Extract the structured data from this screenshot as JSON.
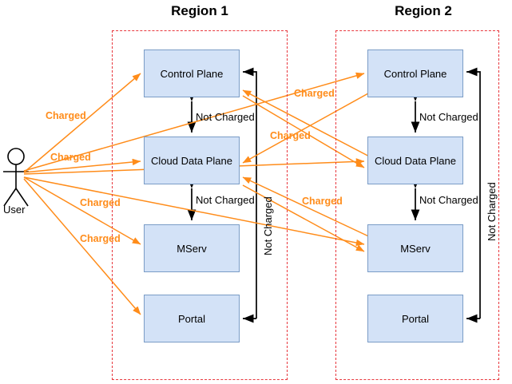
{
  "diagram": {
    "title_hidden": "",
    "actor": {
      "name": "user-actor",
      "label": "User"
    },
    "regions": [
      {
        "id": "region-1",
        "title": "Region 1",
        "nodes": [
          {
            "id": "r1-control-plane",
            "label": "Control Plane"
          },
          {
            "id": "r1-cloud-data-plane",
            "label": "Cloud Data Plane"
          },
          {
            "id": "r1-mserv",
            "label": "MServ"
          },
          {
            "id": "r1-portal",
            "label": "Portal"
          }
        ],
        "internal_labels": [
          {
            "id": "r1-cp-cdp",
            "text": "Not Charged"
          },
          {
            "id": "r1-cdp-mserv",
            "text": "Not Charged"
          },
          {
            "id": "r1-vertical-return",
            "text": "Not Charged"
          }
        ]
      },
      {
        "id": "region-2",
        "title": "Region 2",
        "nodes": [
          {
            "id": "r2-control-plane",
            "label": "Control Plane"
          },
          {
            "id": "r2-cloud-data-plane",
            "label": "Cloud Data Plane"
          },
          {
            "id": "r2-mserv",
            "label": "MServ"
          },
          {
            "id": "r2-portal",
            "label": "Portal"
          }
        ],
        "internal_labels": [
          {
            "id": "r2-cp-cdp",
            "text": "Not Charged"
          },
          {
            "id": "r2-cdp-mserv",
            "text": "Not Charged"
          },
          {
            "id": "r2-vertical-return",
            "text": "Not Charged"
          }
        ]
      }
    ],
    "charged_labels": [
      {
        "id": "charged-user-control-plane",
        "text": "Charged"
      },
      {
        "id": "charged-user-cloud-data-plane",
        "text": "Charged"
      },
      {
        "id": "charged-user-mserv",
        "text": "Charged"
      },
      {
        "id": "charged-user-portal",
        "text": "Charged"
      },
      {
        "id": "charged-r2cp-to-r1",
        "text": "Charged"
      },
      {
        "id": "charged-r1-to-r2cdp",
        "text": "Charged"
      },
      {
        "id": "charged-r2-to-r1cdp",
        "text": "Charged"
      }
    ],
    "colors": {
      "node_fill": "#d3e2f7",
      "node_border": "#7a9cc6",
      "region_border": "#e8373d",
      "charged_arrow": "#ff8c1a",
      "not_charged_arrow": "#000000",
      "text": "#000000"
    }
  }
}
